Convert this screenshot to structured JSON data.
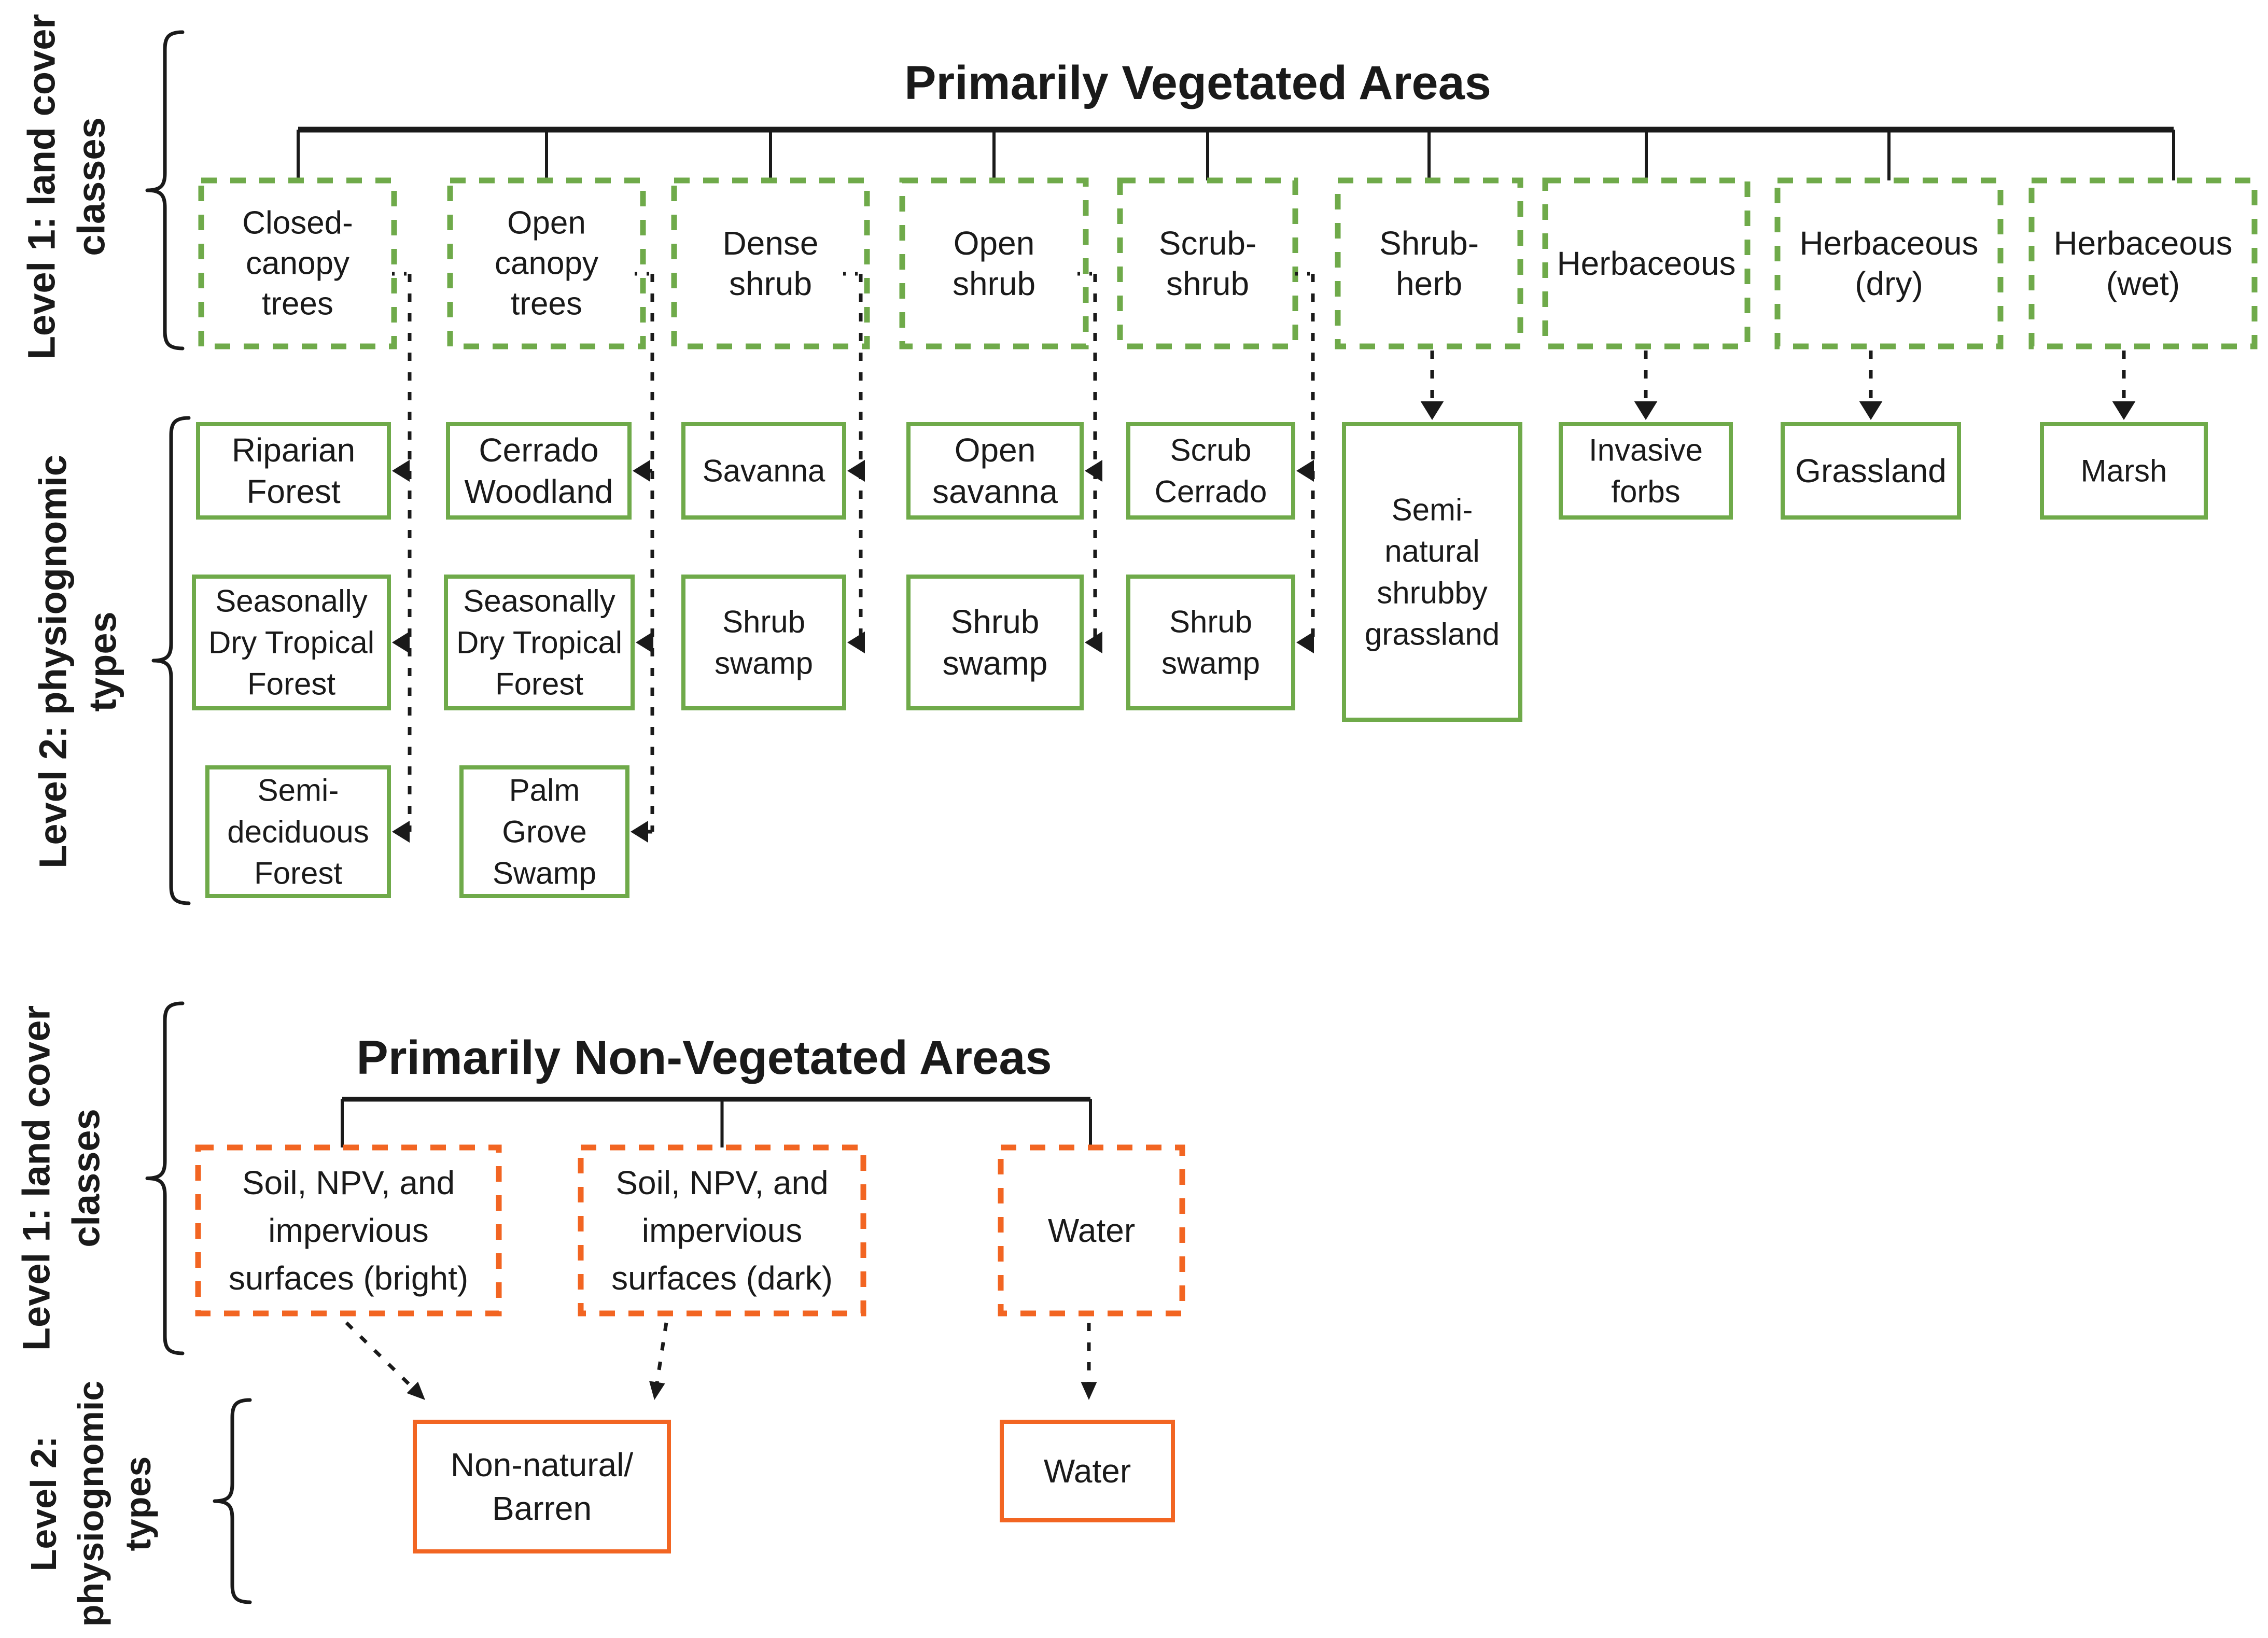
{
  "colors": {
    "green": "#6faa4a",
    "orange": "#f26522",
    "line": "#1a1a1a",
    "text": "#1a1a1a",
    "background": "#ffffff"
  },
  "axis_labels": {
    "vegetated_level1": {
      "line1": "Level 1: land cover",
      "line2": "classes"
    },
    "vegetated_level2": {
      "line1": "Level 2: physiognomic",
      "line2": "types"
    },
    "nonvegetated_level1": {
      "line1": "Level 1: land cover",
      "line2": "classes"
    },
    "nonvegetated_level2": {
      "line1": "Level 2:",
      "line2": "physiognomic",
      "line3": "types"
    }
  },
  "vegetated": {
    "title": "Primarily Vegetated Areas",
    "level1_classes": [
      {
        "id": "closed-canopy-trees",
        "lines": [
          "Closed-",
          "canopy",
          "trees"
        ]
      },
      {
        "id": "open-canopy-trees",
        "lines": [
          "Open",
          "canopy",
          "trees"
        ]
      },
      {
        "id": "dense-shrub",
        "lines": [
          "Dense",
          "shrub"
        ]
      },
      {
        "id": "open-shrub",
        "lines": [
          "Open",
          "shrub"
        ]
      },
      {
        "id": "scrub-shrub",
        "lines": [
          "Scrub-",
          "shrub"
        ]
      },
      {
        "id": "shrub-herb",
        "lines": [
          "Shrub-",
          "herb"
        ]
      },
      {
        "id": "herbaceous",
        "lines": [
          "Herbaceous"
        ]
      },
      {
        "id": "herbaceous-dry",
        "lines": [
          "Herbaceous",
          "(dry)"
        ]
      },
      {
        "id": "herbaceous-wet",
        "lines": [
          "Herbaceous",
          "(wet)"
        ]
      }
    ],
    "level2_columns": [
      {
        "parent": "closed-canopy-trees",
        "types": [
          {
            "id": "riparian-forest",
            "lines": [
              "Riparian",
              "Forest"
            ]
          },
          {
            "id": "seasonally-dry-tropical-forest-a",
            "lines": [
              "Seasonally",
              "Dry Tropical",
              "Forest"
            ]
          },
          {
            "id": "semi-deciduous-forest",
            "lines": [
              "Semi-",
              "deciduous",
              "Forest"
            ]
          }
        ]
      },
      {
        "parent": "open-canopy-trees",
        "types": [
          {
            "id": "cerrado-woodland",
            "lines": [
              "Cerrado",
              "Woodland"
            ]
          },
          {
            "id": "seasonally-dry-tropical-forest-b",
            "lines": [
              "Seasonally",
              "Dry Tropical",
              "Forest"
            ]
          },
          {
            "id": "palm-grove-swamp",
            "lines": [
              "Palm",
              "Grove",
              "Swamp"
            ]
          }
        ]
      },
      {
        "parent": "dense-shrub",
        "types": [
          {
            "id": "savanna",
            "lines": [
              "Savanna"
            ]
          },
          {
            "id": "shrub-swamp-a",
            "lines": [
              "Shrub",
              "swamp"
            ]
          }
        ]
      },
      {
        "parent": "open-shrub",
        "types": [
          {
            "id": "open-savanna",
            "lines": [
              "Open",
              "savanna"
            ]
          },
          {
            "id": "shrub-swamp-b",
            "lines": [
              "Shrub",
              "swamp"
            ]
          }
        ]
      },
      {
        "parent": "scrub-shrub",
        "types": [
          {
            "id": "scrub-cerrado",
            "lines": [
              "Scrub",
              "Cerrado"
            ]
          },
          {
            "id": "shrub-swamp-c",
            "lines": [
              "Shrub",
              "swamp"
            ]
          }
        ]
      },
      {
        "parent": "shrub-herb",
        "types": [
          {
            "id": "semi-natural-shrubby-grassland",
            "lines": [
              "Semi-",
              "natural",
              "shrubby",
              "grassland"
            ]
          }
        ]
      },
      {
        "parent": "herbaceous",
        "types": [
          {
            "id": "invasive-forbs",
            "lines": [
              "Invasive",
              "forbs"
            ]
          }
        ]
      },
      {
        "parent": "herbaceous-dry",
        "types": [
          {
            "id": "grassland",
            "lines": [
              "Grassland"
            ]
          }
        ]
      },
      {
        "parent": "herbaceous-wet",
        "types": [
          {
            "id": "marsh",
            "lines": [
              "Marsh"
            ]
          }
        ]
      }
    ]
  },
  "non_vegetated": {
    "title": "Primarily Non-Vegetated Areas",
    "level1_classes": [
      {
        "id": "soil-npv-impervious-bright",
        "lines": [
          "Soil, NPV, and",
          "impervious",
          "surfaces (bright)"
        ]
      },
      {
        "id": "soil-npv-impervious-dark",
        "lines": [
          "Soil, NPV, and",
          "impervious",
          "surfaces (dark)"
        ]
      },
      {
        "id": "water-class",
        "lines": [
          "Water"
        ]
      }
    ],
    "level2_types": [
      {
        "id": "non-natural-barren",
        "lines": [
          "Non-natural/",
          "Barren"
        ]
      },
      {
        "id": "water-type",
        "lines": [
          "Water"
        ]
      }
    ]
  }
}
